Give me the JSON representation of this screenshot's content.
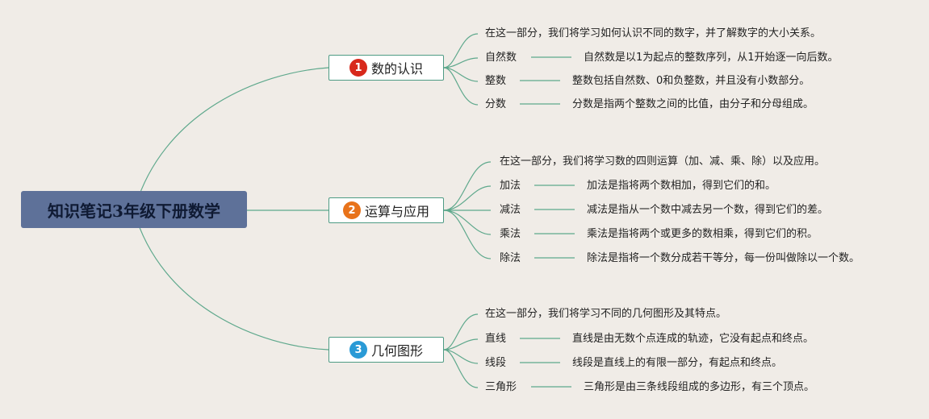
{
  "root": {
    "title": "知识笔记3年级下册数学"
  },
  "colors": {
    "background": "#f0ece7",
    "root": "#5e7199",
    "link": "#5ea88c",
    "badge_1": "#d8291c",
    "badge_2": "#e8731a",
    "badge_3": "#2a9ad6"
  },
  "topics": [
    {
      "number": "1",
      "title": "数的认识",
      "intro": "在这一部分，我们将学习如何认识不同的数字，并了解数字的大小关系。",
      "items": [
        {
          "term": "自然数",
          "desc": "自然数是以1为起点的整数序列，从1开始逐一向后数。"
        },
        {
          "term": "整数",
          "desc": "整数包括自然数、0和负整数，并且没有小数部分。"
        },
        {
          "term": "分数",
          "desc": "分数是指两个整数之间的比值，由分子和分母组成。"
        }
      ]
    },
    {
      "number": "2",
      "title": "运算与应用",
      "intro": "在这一部分，我们将学习数的四则运算（加、减、乘、除）以及应用。",
      "items": [
        {
          "term": "加法",
          "desc": "加法是指将两个数相加，得到它们的和。"
        },
        {
          "term": "减法",
          "desc": "减法是指从一个数中减去另一个数，得到它们的差。"
        },
        {
          "term": "乘法",
          "desc": "乘法是指将两个或更多的数相乘，得到它们的积。"
        },
        {
          "term": "除法",
          "desc": "除法是指将一个数分成若干等分，每一份叫做除以一个数。"
        }
      ]
    },
    {
      "number": "3",
      "title": "几何图形",
      "intro": "在这一部分，我们将学习不同的几何图形及其特点。",
      "items": [
        {
          "term": "直线",
          "desc": "直线是由无数个点连成的轨迹，它没有起点和终点。"
        },
        {
          "term": "线段",
          "desc": "线段是直线上的有限一部分，有起点和终点。"
        },
        {
          "term": "三角形",
          "desc": "三角形是由三条线段组成的多边形，有三个顶点。"
        }
      ]
    }
  ]
}
